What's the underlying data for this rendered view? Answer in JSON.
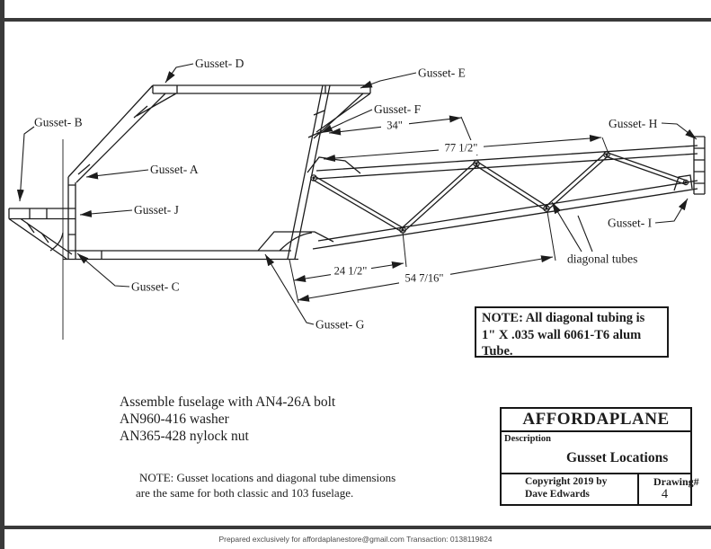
{
  "labels": {
    "gusset_a": "Gusset- A",
    "gusset_b": "Gusset- B",
    "gusset_c": "Gusset- C",
    "gusset_d": "Gusset- D",
    "gusset_e": "Gusset- E",
    "gusset_f": "Gusset- F",
    "gusset_g": "Gusset- G",
    "gusset_h": "Gusset- H",
    "gusset_i": "Gusset- I",
    "gusset_j": "Gusset- J",
    "diagonal_tubes": "diagonal tubes"
  },
  "dimensions": {
    "dim_34": "34\"",
    "dim_77_half": "77 1/2\"",
    "dim_24_half": "24 1/2\"",
    "dim_54_7_16": "54 7/16\""
  },
  "note_box": {
    "line1": "NOTE: All diagonal tubing is",
    "line2": "1\" X .035 wall 6061-T6 alum",
    "line3": "Tube."
  },
  "assembly_note": {
    "line1": "Assemble fuselage with AN4-26A bolt",
    "line2": "AN960-416 washer",
    "line3": "AN365-428 nylock nut"
  },
  "bottom_note": {
    "line1": "NOTE: Gusset locations and diagonal tube dimensions",
    "line2": "are the same for both classic and 103 fuselage."
  },
  "title_block": {
    "company": "AFFORDAPLANE",
    "description_label": "Description",
    "description_value": "Gusset Locations",
    "copyright_line1": "Copyright 2019 by",
    "copyright_line2": "Dave Edwards",
    "drawing_label": "Drawing#",
    "drawing_number": "4"
  },
  "footer": {
    "text": "Prepared exclusively for affordaplanestore@gmail.com  Transaction: 0138119824"
  },
  "colors": {
    "drawing_line": "#1c1c1c",
    "page_frame": "#3a3a3a",
    "footer_text": "#4a4a4a"
  }
}
